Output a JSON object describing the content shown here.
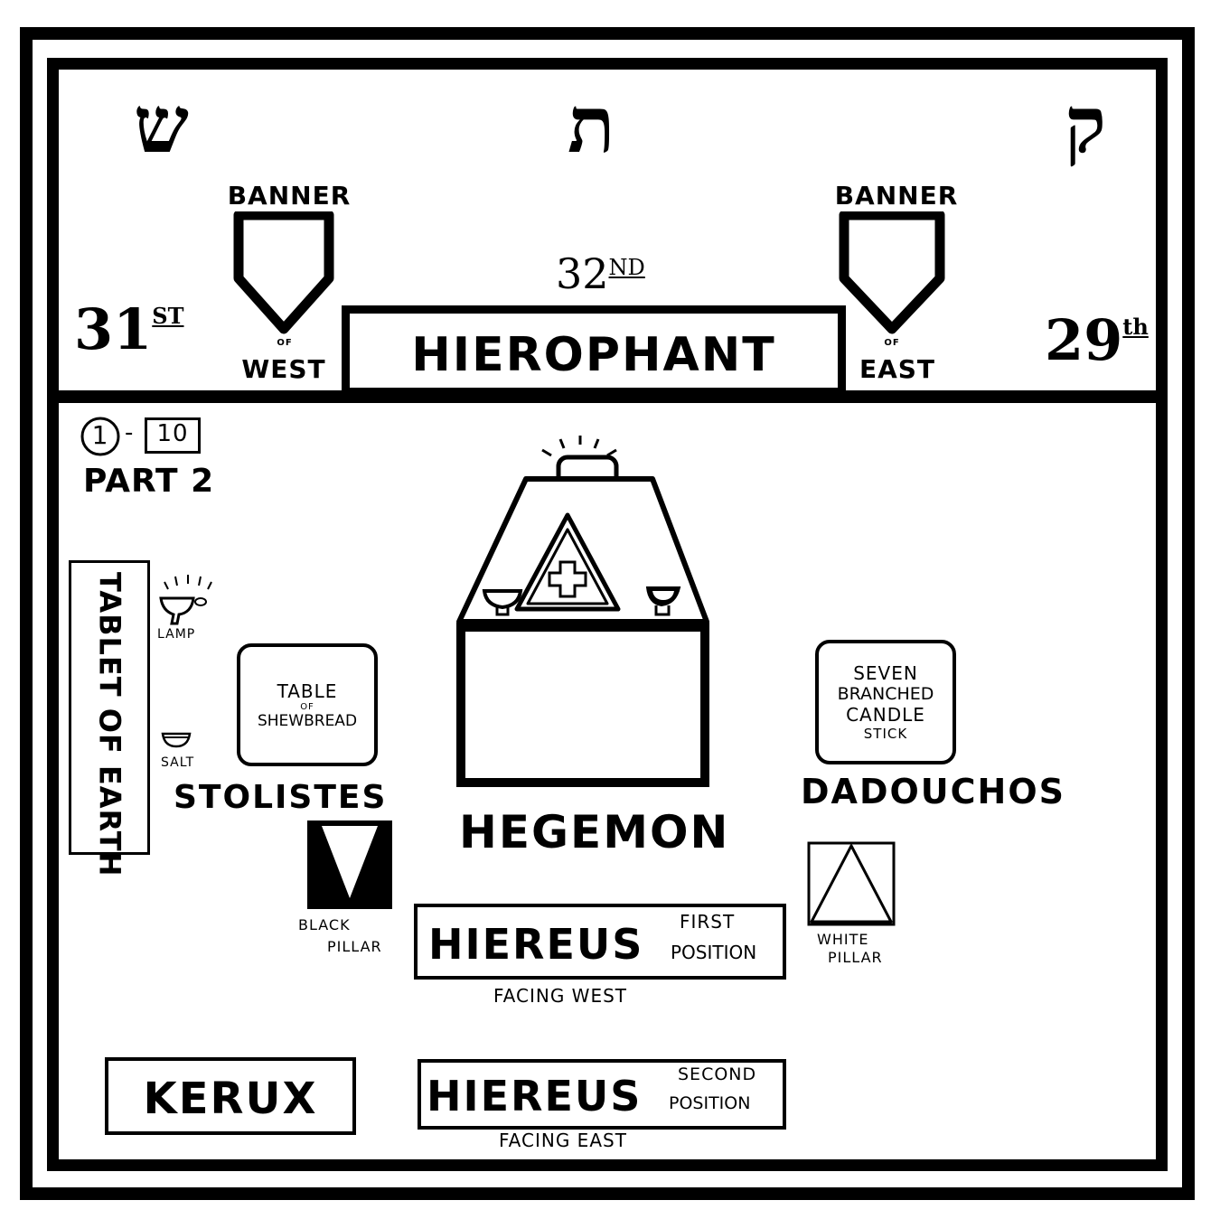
{
  "header": {
    "hebrew_left": "ש",
    "hebrew_center": "ת",
    "hebrew_right": "ק",
    "degree_left": "31",
    "degree_left_suffix": "ST",
    "degree_center": "32",
    "degree_center_suffix": "ND",
    "degree_right": "29",
    "degree_right_suffix": "th",
    "banner_west_top": "BANNER",
    "banner_west_of": "OF",
    "banner_west_bottom": "WEST",
    "banner_east_top": "BANNER",
    "banner_east_of": "OF",
    "banner_east_bottom": "EAST",
    "hierophant": "HIEROPHANT"
  },
  "floor": {
    "label_circle": "1",
    "label_dash": "-",
    "label_box": "10",
    "part": "PART 2",
    "tablet": "TABLET OF EARTH",
    "lamp": "LAMP",
    "salt": "SALT",
    "table_shewbread_line1": "TABLE",
    "table_shewbread_line2": "OF",
    "table_shewbread_line3": "SHEWBREAD",
    "candlestick_line1": "SEVEN",
    "candlestick_line2": "BRANCHED",
    "candlestick_line3": "CANDLE",
    "candlestick_line4": "STICK",
    "stolistes": "STOLISTES",
    "hegemon": "HEGEMON",
    "dadouchos": "DADOUCHOS",
    "black_pillar_line1": "BLACK",
    "black_pillar_line2": "PILLAR",
    "white_pillar_line1": "WHITE",
    "white_pillar_line2": "PILLAR",
    "hiereus_first": "HIEREUS",
    "hiereus_first_pos1": "FIRST",
    "hiereus_first_pos2": "POSITION",
    "facing_west": "FACING WEST",
    "kerux": "KERUX",
    "hiereus_second": "HIEREUS",
    "hiereus_second_pos1": "SECOND",
    "hiereus_second_pos2": "POSITION",
    "facing_east": "FACING EAST"
  }
}
